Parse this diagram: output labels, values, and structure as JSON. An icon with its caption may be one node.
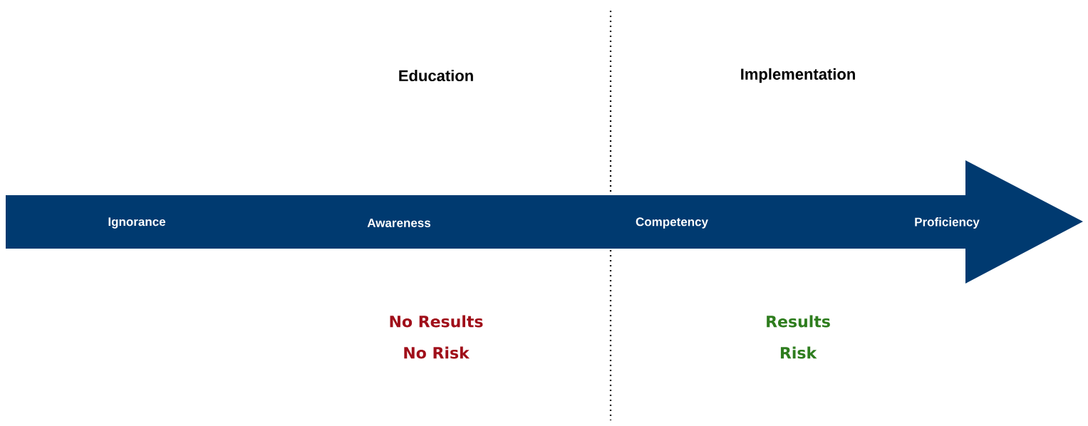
{
  "diagram": {
    "nodes": [
      {
        "text": [
          "Ignorance",
          "Awareness",
          "Competency",
          "Proficiency"
        ]
      }
    ],
    "labels": [
      "Education",
      "Implementation",
      "No Results",
      "No Risk",
      "Results",
      "Risk"
    ]
  }
}
